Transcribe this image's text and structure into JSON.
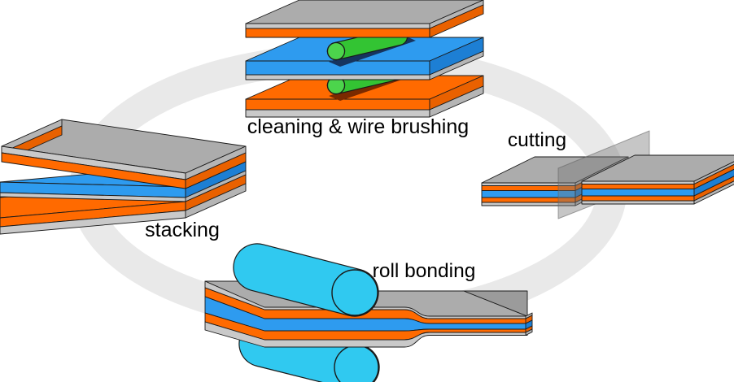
{
  "diagram": {
    "type": "process-cycle",
    "subject": "accumulative roll bonding cycle",
    "cycle_steps": [
      {
        "id": "stacking",
        "label": "stacking"
      },
      {
        "id": "cleaning",
        "label": "cleaning & wire brushing"
      },
      {
        "id": "cutting",
        "label": "cutting"
      },
      {
        "id": "roll_bonding",
        "label": "roll bonding"
      }
    ]
  },
  "labels": {
    "cleaning": "cleaning & wire brushing",
    "cutting": "cutting",
    "stacking": "stacking",
    "roll_bonding": "roll bonding"
  },
  "composite_layers": [
    "gray",
    "orange",
    "blue",
    "orange",
    "gray"
  ],
  "palette": {
    "background": "#FFFFFF",
    "ring": "#E9E9E9",
    "outline": "#1A1A1A",
    "gray_top": "#ACACAC",
    "gray_face": "#C9C9C9",
    "gray_end": "#B5B5B5",
    "gray_bevel": "#9B9B9B",
    "orange": "#FF6A00",
    "orange_end": "#E96100",
    "blue": "#2E9BEF",
    "blue_end": "#1D7FD4",
    "green": "#33C433",
    "green_cap": "#4CD44C",
    "cyan_roll": "#30C9F0",
    "shadow_on_blue": "#16345E",
    "shadow_on_orange": "#7A2A00",
    "blade": "#777777",
    "text": "#000000"
  }
}
